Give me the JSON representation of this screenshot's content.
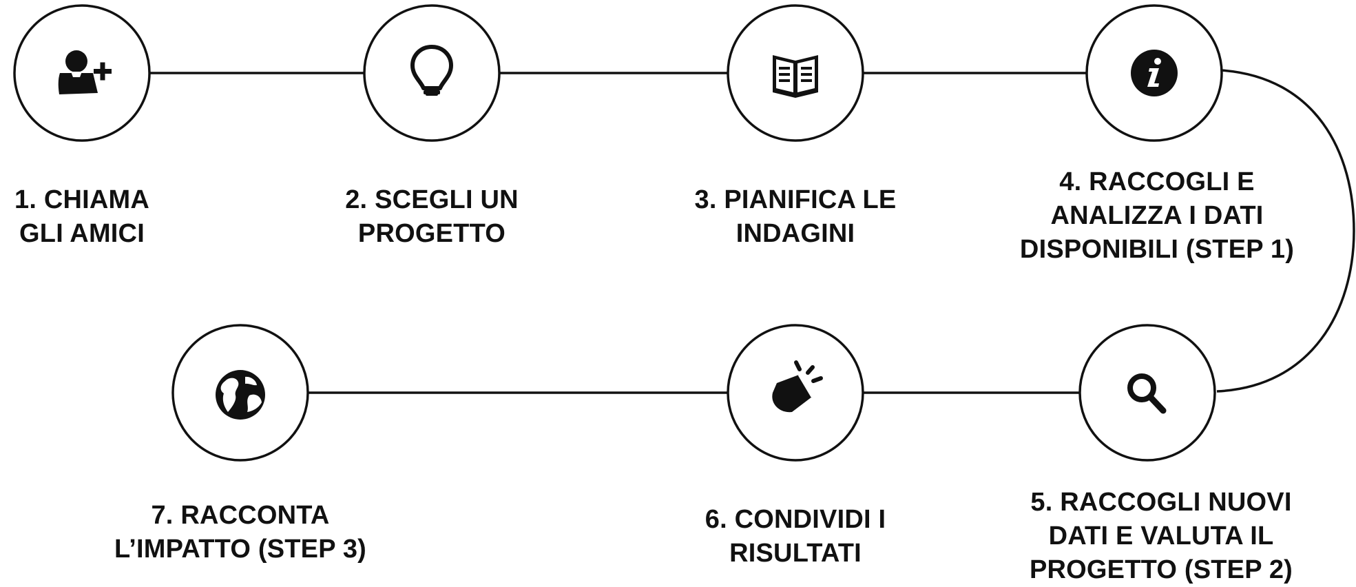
{
  "steps": [
    {
      "label": "1. CHIAMA\nGLI AMICI",
      "icon": "add-user-icon"
    },
    {
      "label": "2. SCEGLI UN\nPROGETTO",
      "icon": "lightbulb-icon"
    },
    {
      "label": "3. PIANIFICA LE\nINDAGINI",
      "icon": "open-book-icon"
    },
    {
      "label": "4. RACCOGLI E\nANALIZZA I DATI\nDISPONIBILI (STEP 1)",
      "icon": "info-icon"
    },
    {
      "label": "5. RACCOGLI NUOVI\nDATI E VALUTA IL\nPROGETTO (STEP 2)",
      "icon": "search-icon"
    },
    {
      "label": "6. CONDIVIDI I\nRISULTATI",
      "icon": "megaphone-icon"
    },
    {
      "label": "7. RACCONTA\nL’IMPATTO (STEP 3)",
      "icon": "globe-icon"
    }
  ],
  "colors": {
    "line": "#111111",
    "background": "#ffffff"
  }
}
